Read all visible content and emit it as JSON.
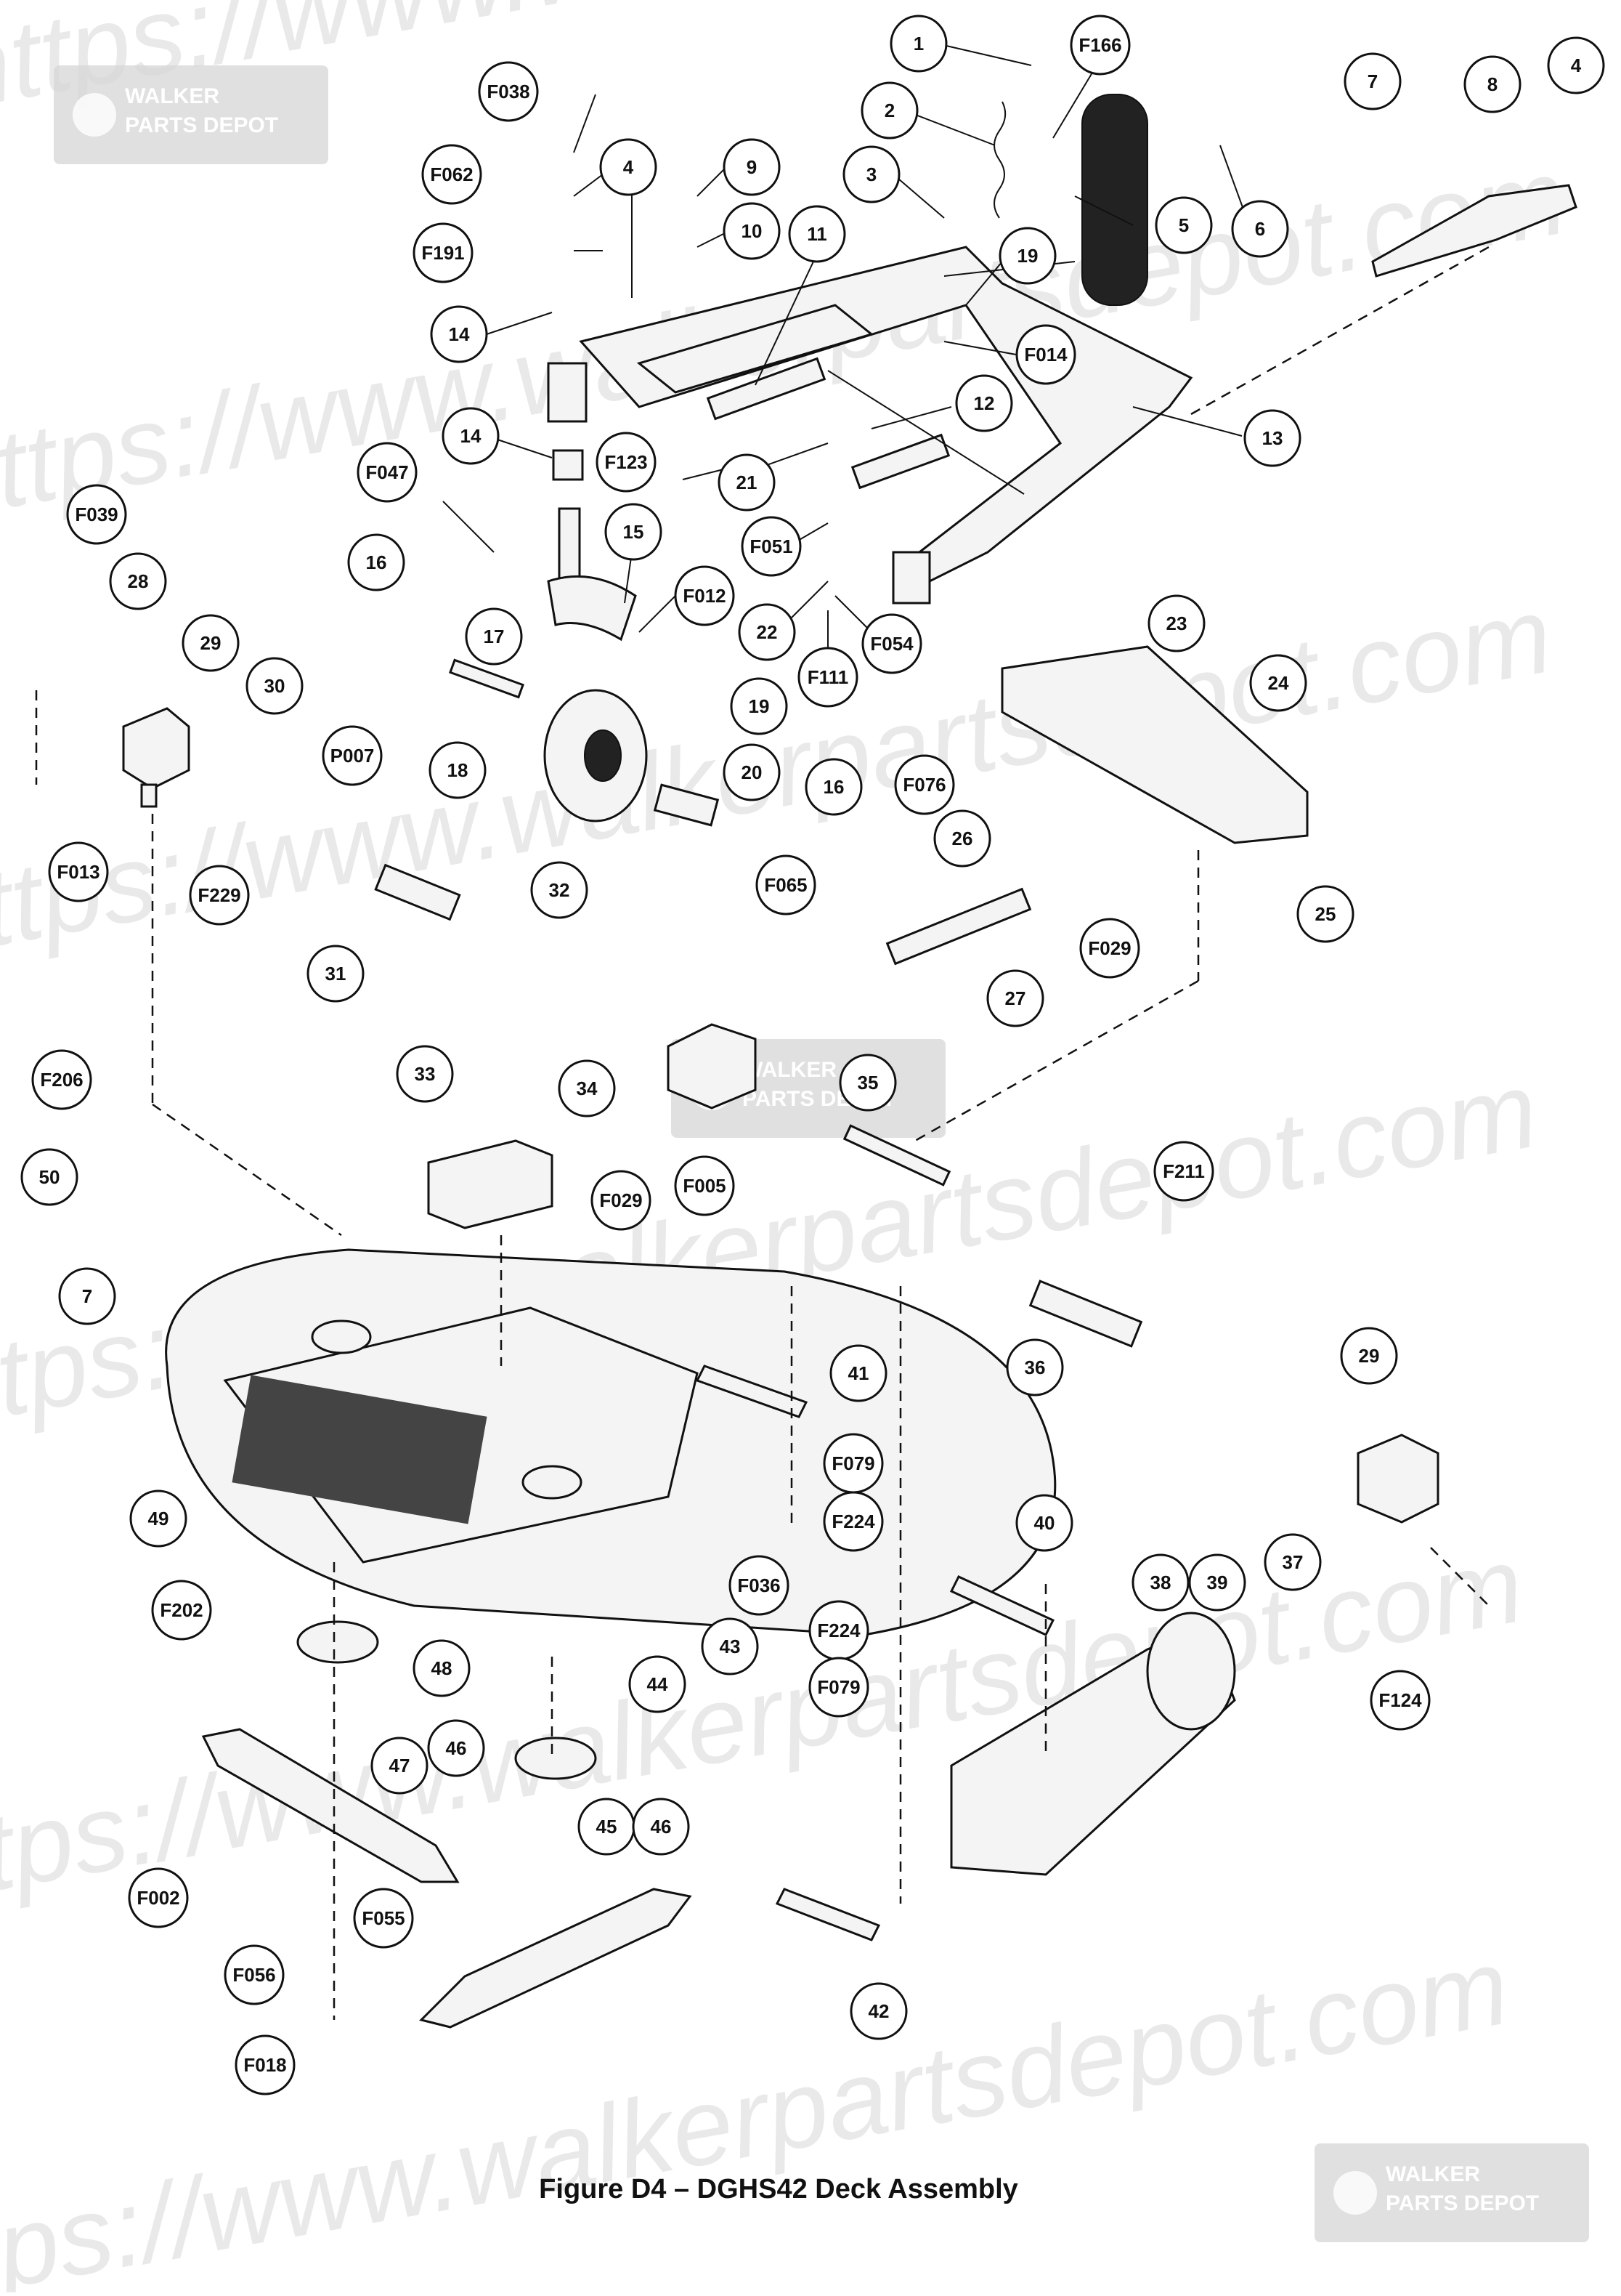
{
  "figure_caption": "Figure D4 – DGHS42 Deck Assembly",
  "watermark": {
    "text": "https://www.walkerpartsdepot.com",
    "badge_line1": "WALKER",
    "badge_line2": "PARTS DEPOT"
  },
  "callouts": [
    {
      "label": "1"
    },
    {
      "label": "F166"
    },
    {
      "label": "7"
    },
    {
      "label": "8"
    },
    {
      "label": "4"
    },
    {
      "label": "2"
    },
    {
      "label": "F038"
    },
    {
      "label": "9"
    },
    {
      "label": "4"
    },
    {
      "label": "3"
    },
    {
      "label": "5"
    },
    {
      "label": "6"
    },
    {
      "label": "F062"
    },
    {
      "label": "10"
    },
    {
      "label": "11"
    },
    {
      "label": "19"
    },
    {
      "label": "F191"
    },
    {
      "label": "14"
    },
    {
      "label": "F014"
    },
    {
      "label": "12"
    },
    {
      "label": "13"
    },
    {
      "label": "14"
    },
    {
      "label": "F123"
    },
    {
      "label": "21"
    },
    {
      "label": "F047"
    },
    {
      "label": "15"
    },
    {
      "label": "F051"
    },
    {
      "label": "F039"
    },
    {
      "label": "16"
    },
    {
      "label": "28"
    },
    {
      "label": "F012"
    },
    {
      "label": "22"
    },
    {
      "label": "F054"
    },
    {
      "label": "17"
    },
    {
      "label": "29"
    },
    {
      "label": "F111"
    },
    {
      "label": "23"
    },
    {
      "label": "24"
    },
    {
      "label": "30"
    },
    {
      "label": "19"
    },
    {
      "label": "P007"
    },
    {
      "label": "18"
    },
    {
      "label": "20"
    },
    {
      "label": "16"
    },
    {
      "label": "F076"
    },
    {
      "label": "F013"
    },
    {
      "label": "F229"
    },
    {
      "label": "26"
    },
    {
      "label": "25"
    },
    {
      "label": "32"
    },
    {
      "label": "F065"
    },
    {
      "label": "F029"
    },
    {
      "label": "31"
    },
    {
      "label": "27"
    },
    {
      "label": "33"
    },
    {
      "label": "34"
    },
    {
      "label": "35"
    },
    {
      "label": "F206"
    },
    {
      "label": "F211"
    },
    {
      "label": "50"
    },
    {
      "label": "F029"
    },
    {
      "label": "F005"
    },
    {
      "label": "7"
    },
    {
      "label": "29"
    },
    {
      "label": "36"
    },
    {
      "label": "41"
    },
    {
      "label": "F079"
    },
    {
      "label": "49"
    },
    {
      "label": "F224"
    },
    {
      "label": "40"
    },
    {
      "label": "37"
    },
    {
      "label": "38"
    },
    {
      "label": "39"
    },
    {
      "label": "F036"
    },
    {
      "label": "F202"
    },
    {
      "label": "F224"
    },
    {
      "label": "43"
    },
    {
      "label": "48"
    },
    {
      "label": "44"
    },
    {
      "label": "F124"
    },
    {
      "label": "F079"
    },
    {
      "label": "47"
    },
    {
      "label": "46"
    },
    {
      "label": "45"
    },
    {
      "label": "46"
    },
    {
      "label": "F002"
    },
    {
      "label": "F055"
    },
    {
      "label": "F056"
    },
    {
      "label": "42"
    },
    {
      "label": "F018"
    }
  ]
}
